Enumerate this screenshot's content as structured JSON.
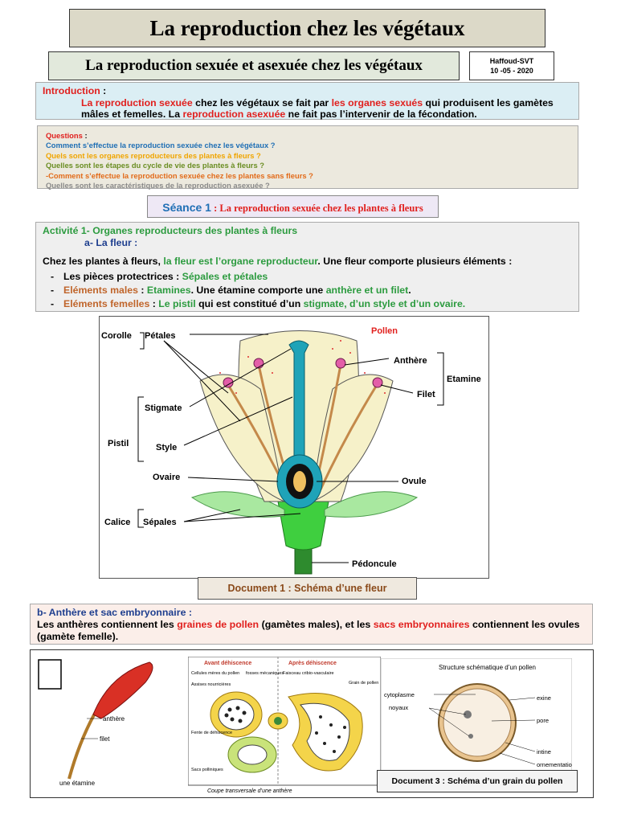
{
  "header": {
    "title": "La reproduction chez les végétaux",
    "subtitle": "La reproduction sexuée et asexuée chez les végétaux",
    "author": "Haffoud-SVT",
    "date": "10 -05 - 2020"
  },
  "intro": {
    "label": "Introduction",
    "colon": " :",
    "t1": "La reproduction sexuée",
    "t2": " chez les végétaux se fait par ",
    "t3": "les organes sexués",
    "t4": " qui produisent les gamètes mâles et femelles. La ",
    "t5": "reproduction asexuée",
    "t6": " ne fait pas l’intervenir de la fécondation."
  },
  "questions": {
    "label": "Questions",
    "colon": " :",
    "q1": "Comment s’effectue la reproduction sexuée chez les végétaux ?",
    "q2": "Quels sont les organes reproducteurs des plantes à fleurs ?",
    "q3": " Quelles sont les étapes du cycle de vie des plantes à fleurs ?",
    "q4": "-Comment s’effectue la reproduction sexuée chez les plantes sans fleurs ?",
    "q5": "Quelles sont les caractéristiques de la reproduction asexuée ?"
  },
  "seance": {
    "label": "Séance 1",
    "rest": " : La reproduction sexuée chez les plantes à fleurs"
  },
  "activite": {
    "label": "Activité 1-",
    "title": " Organes reproducteurs des plantes à fleurs",
    "sub": "a-  La fleur :",
    "p1a": "Chez les plantes à fleurs, ",
    "p1b": "la fleur est l’organe reproducteur",
    "p1c": ". Une fleur comporte plusieurs éléments :",
    "li1a": "Les pièces protectrices : ",
    "li1b": "Sépales et pétales",
    "li2a": "Eléments males",
    "li2b": " : ",
    "li2c": "Etamines",
    "li2d": ". Une étamine comporte une ",
    "li2e": "anthère et un filet",
    "li2f": ".",
    "li3a": "Eléments femelles",
    "li3b": " : ",
    "li3c": "Le pistil",
    "li3d": " qui est constitué d’un ",
    "li3e": "stigmate, d’un style et d’un ovaire."
  },
  "flower": {
    "corolle": "Corolle",
    "petales": "Pétales",
    "pollen": "Pollen",
    "anthere": "Anthère",
    "etamine": "Etamine",
    "filet": "Filet",
    "stigmate": "Stigmate",
    "pistil": "Pistil",
    "style": "Style",
    "ovaire": "Ovaire",
    "ovule": "Ovule",
    "calice": "Calice",
    "sepales": "Sépales",
    "pedoncule": "Pédoncule"
  },
  "doc1": "Document 1 : Schéma d’une fleur",
  "anthere_section": {
    "label": "b-  Anthère et sac embryonnaire :",
    "p1": "Les anthères contiennent les ",
    "p2": "graines de pollen",
    "p3": " (gamètes males), et les ",
    "p4": "sacs embryonnaires",
    "p5": " contiennent les ovules (gamète femelle)."
  },
  "etamine_fig": {
    "anthere": "anthère",
    "filet": "filet",
    "caption": "une étamine"
  },
  "anther_section_fig": {
    "avant": "Avant déhiscence",
    "apres": "Après déhiscence",
    "cellules": "Cellules mères du pollen",
    "assises": "Assises nourricières",
    "fosses": "fosses mécaniques",
    "faisceau": "Faisceau cribio-vasculaire",
    "grain": "Grain de pollen",
    "fente": "Fente de déhiscence",
    "sacs": "Sacs polliniques",
    "caption": "Coupe transversale d’une anthère"
  },
  "pollen_fig": {
    "title": "Structure schématique d’un pollen",
    "cytoplasme": "cytoplasme",
    "noyaux": "noyaux",
    "exine": "exine",
    "pore": "pore",
    "intine": "intine",
    "ornementation": "ornementation"
  },
  "doc3": "Document 3 : Schéma d’un grain du pollen",
  "colors": {
    "red": "#e1201e",
    "green": "#2c9b3f",
    "orange": "#c0652b",
    "blue": "#1f6fb5",
    "brown": "#8a4a1a"
  }
}
